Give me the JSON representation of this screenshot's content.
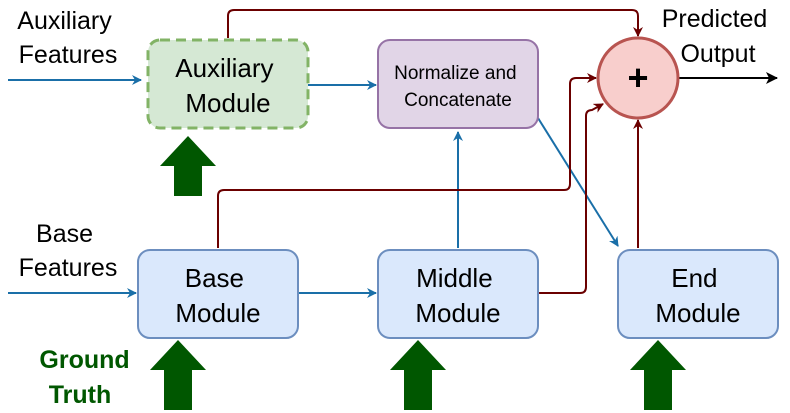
{
  "inputs": {
    "auxiliary": [
      "Auxiliary",
      "Features"
    ],
    "base": [
      "Base",
      "Features"
    ]
  },
  "modules": {
    "auxiliary": [
      "Auxiliary",
      "Module"
    ],
    "normalize": [
      "Normalize and",
      "Concatenate"
    ],
    "base": [
      "Base",
      "Module"
    ],
    "middle": [
      "Middle",
      "Module"
    ],
    "end": [
      "End",
      "Module"
    ]
  },
  "sum": {
    "symbol": "+"
  },
  "output": [
    "Predicted",
    "Output"
  ],
  "ground_truth": [
    "Ground",
    "Truth"
  ],
  "colors": {
    "blue_arrow": "#1a6fa8",
    "dark_red_arrow": "#6b0000",
    "aux_fill": "#d5e8d4",
    "aux_border": "#82b366",
    "norm_fill": "#e1d5e7",
    "norm_border": "#9673a6",
    "module_fill": "#dae8fc",
    "module_border": "#6c8ebf",
    "sum_fill": "#f8cecc",
    "sum_border": "#b85450",
    "ground_truth": "#005700"
  }
}
